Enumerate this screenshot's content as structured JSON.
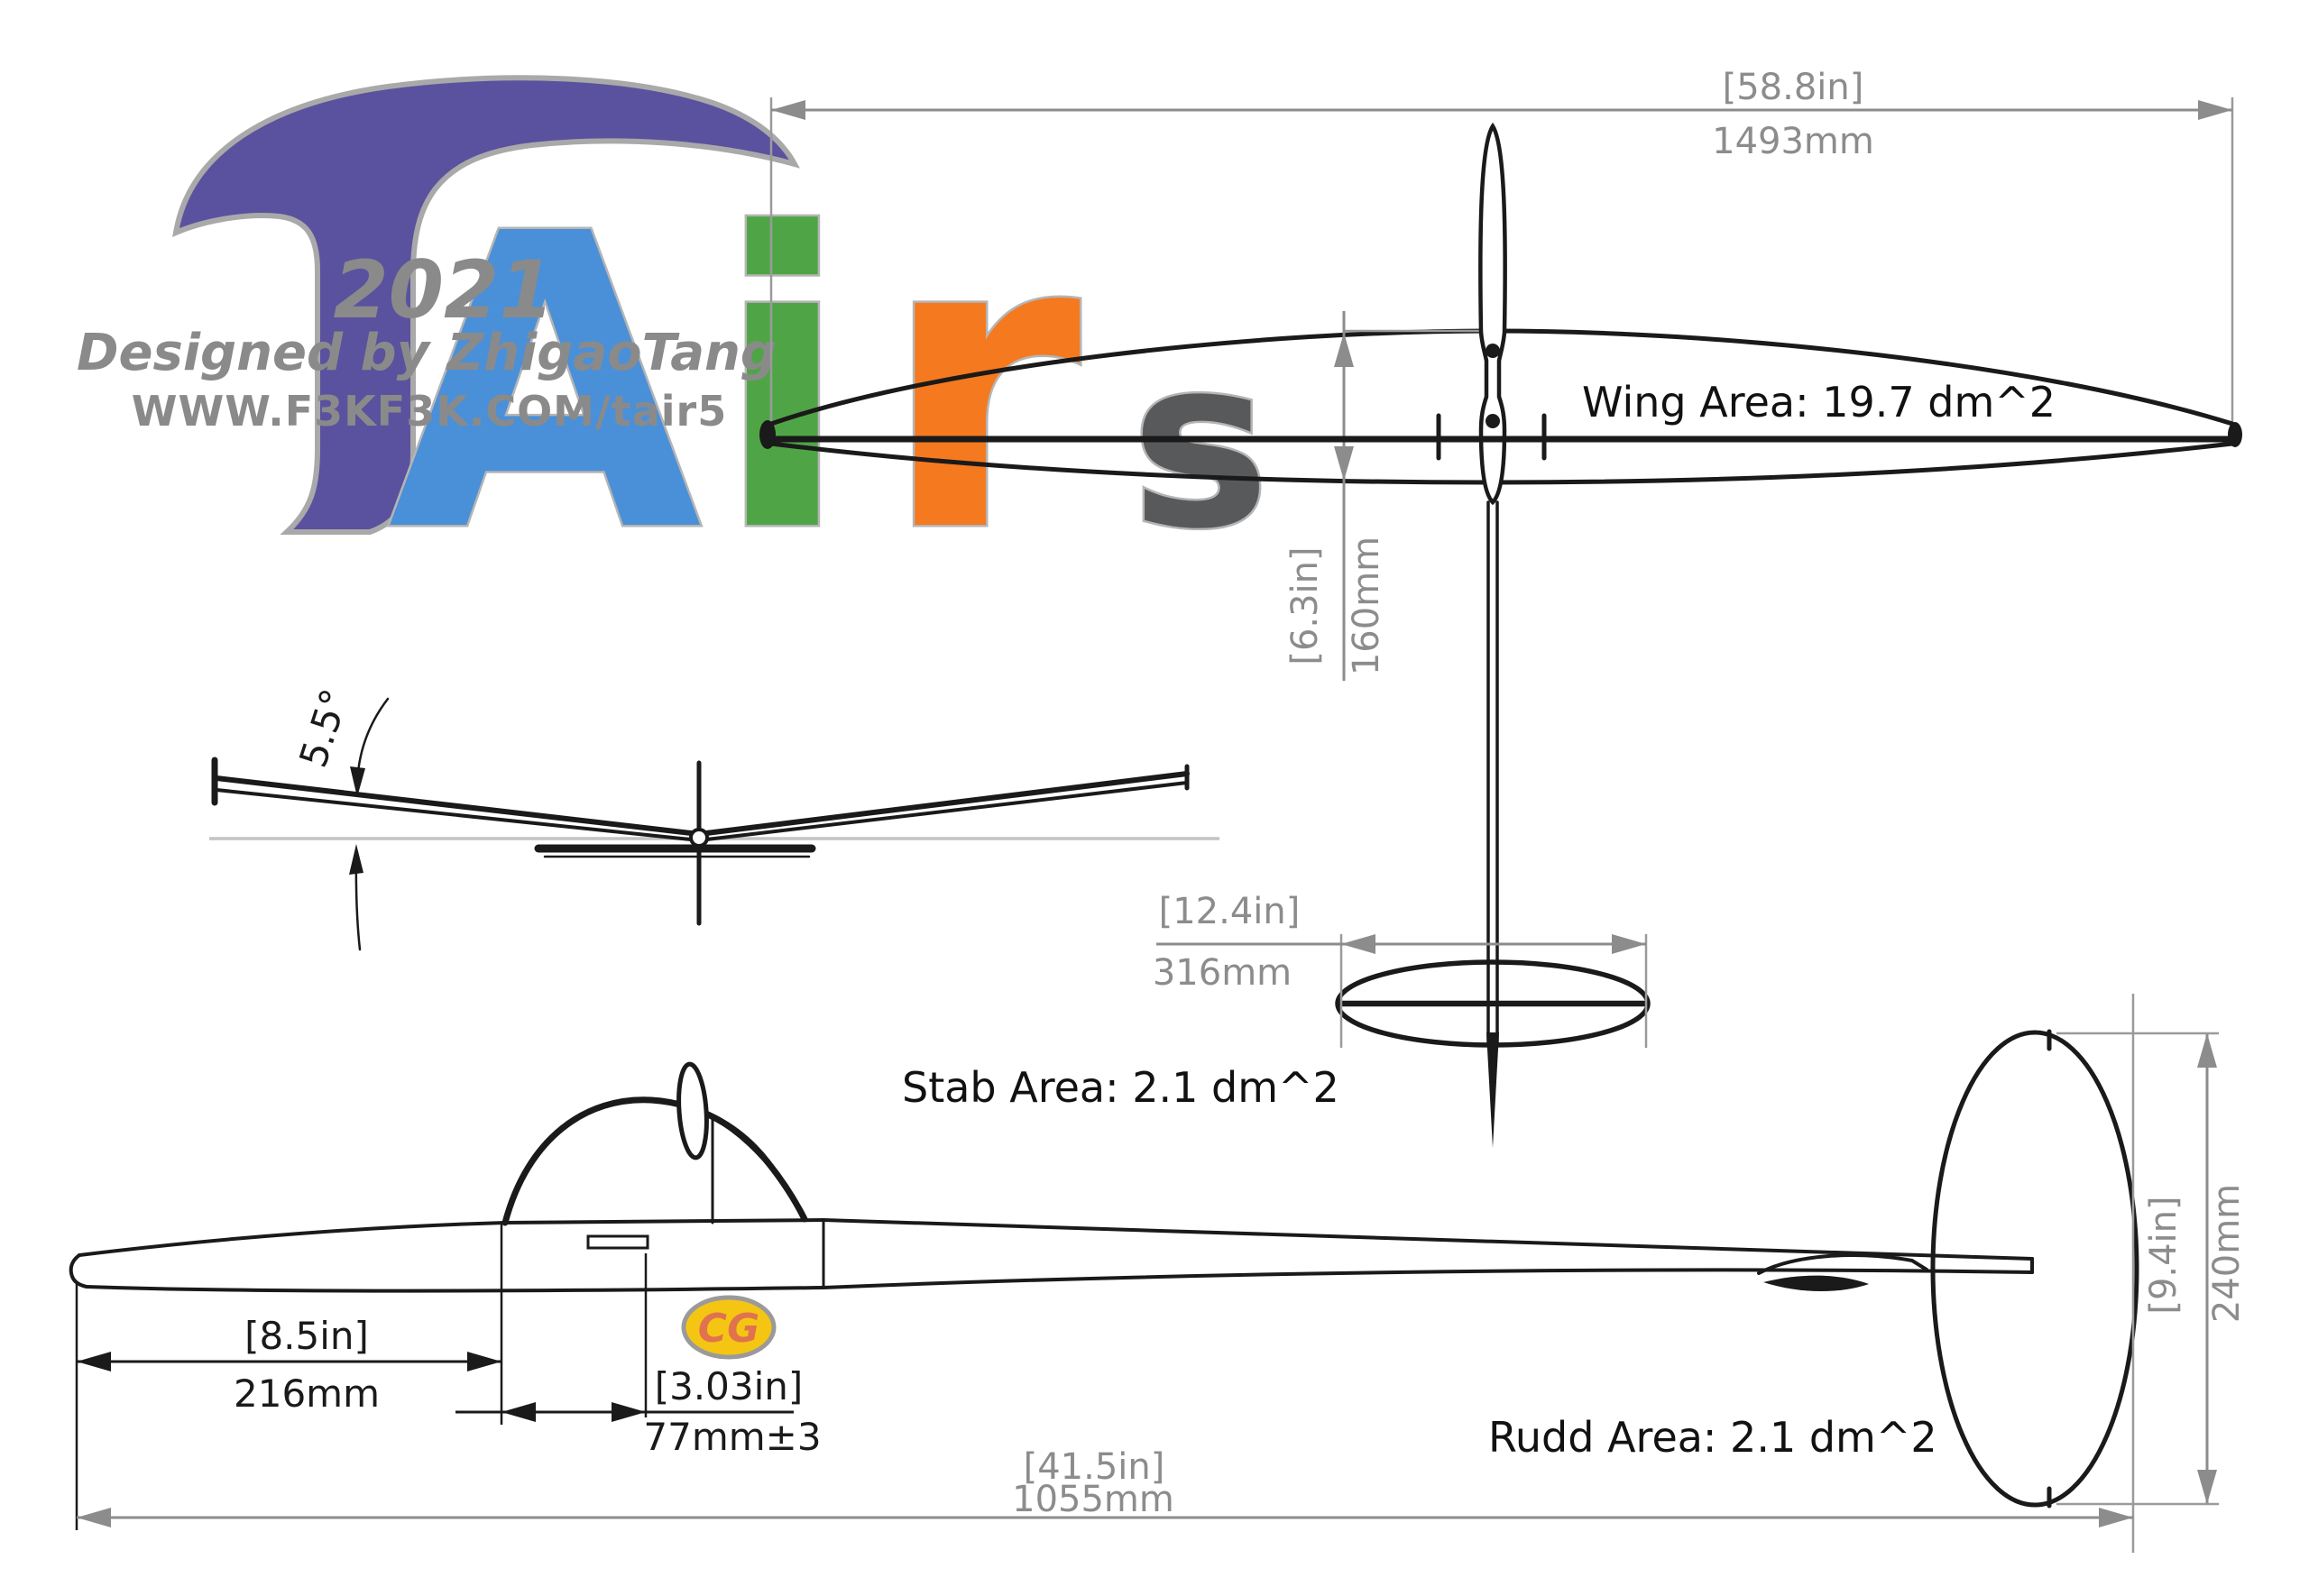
{
  "page": {
    "background": "#FFFFFF"
  },
  "logo": {
    "brand_letters": [
      {
        "char": "T",
        "color": "#5A529E"
      },
      {
        "char": "A",
        "color": "#4A90D8"
      },
      {
        "char": "i",
        "color": "#4FA546"
      },
      {
        "char": "r",
        "color": "#F5791F"
      },
      {
        "char": "s",
        "color": "#58595B"
      }
    ],
    "year": "2021",
    "designer": "Designed by ZhigaoTang",
    "website": "WWW.F3KF3K.COM/tair5"
  },
  "areas": {
    "wing": "Wing Area: 19.7 dm^2",
    "stab": "Stab Area:  2.1 dm^2",
    "rudder": "Rudd Area:  2.1 dm^2"
  },
  "dimensions": {
    "wingspan": {
      "inches": "[58.8in]",
      "mm": "1493mm"
    },
    "root_chord": {
      "inches": "[6.3in]",
      "mm": "160mm"
    },
    "stab_span": {
      "inches": "[12.4in]",
      "mm": "316mm"
    },
    "dihedral_angle": "5.5°",
    "nose_to_wing": {
      "inches": "[8.5in]",
      "mm": "216mm"
    },
    "wing_to_cg": {
      "inches": "[3.03in]",
      "mm": "77mm±3"
    },
    "nose_to_fin": {
      "inches": "[41.5in]",
      "mm": "1055mm"
    },
    "fin_height": {
      "inches": "[9.4in]",
      "mm": "240mm"
    }
  },
  "cg_marker": {
    "label": "CG",
    "fill": "#F5C513",
    "border": "#9A9A9A",
    "text_color": "#E0734E"
  },
  "colors": {
    "drawing_line": "#1A1A1A",
    "dimension_gray": "#8C8C8C",
    "logo_text_gray": "#8A8A8A"
  }
}
